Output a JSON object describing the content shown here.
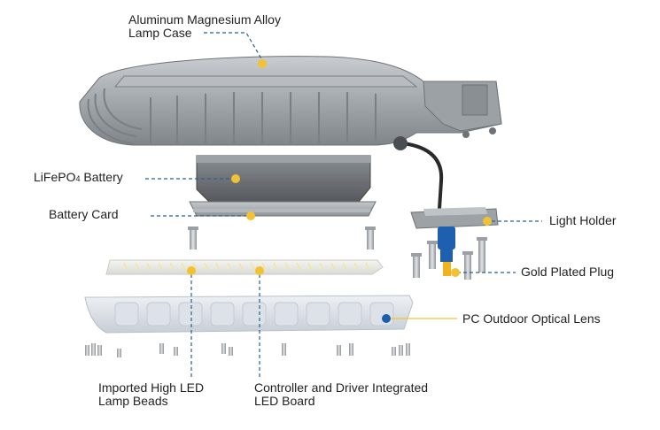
{
  "labels": {
    "case_line1": "Aluminum Magnesium Alloy",
    "case_line2": "Lamp Case",
    "battery_prefix": "LiFePO",
    "battery_sub": "4",
    "battery_suffix": " Battery",
    "battery_card": "Battery Card",
    "light_holder": "Light Holder",
    "gold_plug": "Gold Plated Plug",
    "optical_lens": "PC Outdoor Optical Lens",
    "led_beads_line1": "Imported High LED",
    "led_beads_line2": "Lamp Beads",
    "led_board_line1": "Controller and Driver Integrated",
    "led_board_line2": "LED Board"
  },
  "colors": {
    "leader_line": "#2b5f8c",
    "marker_yellow": "#f2c232",
    "marker_blue": "#1a5fa8",
    "lens_guide": "#f2c232",
    "housing": "#a9aeb3",
    "housing_dark": "#7f8489"
  }
}
